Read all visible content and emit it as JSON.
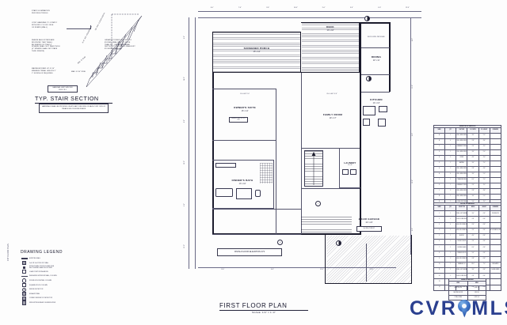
{
  "sheet": {
    "side_stamp": "1ST FLOOR PLAN"
  },
  "stair_detail": {
    "title": "TYP. STAIR SECTION",
    "notes": [
      "STAIR ILLUMINATION\nPER R303.7/R303.6",
      "CONT. HANDRAIL TO COMPLY\nWITH R311.7.8 ON 1 SIDE\nOF STAIRS (WALL)",
      "WHERE BALLUSTERS ARE\nINDICATED THEY SHALL\nBE SPACED SO THAT 4\"\nSPHERE SHALL NOT PASS THRU.\n(6\" SPHERE SHALL NOT PASS\nTHRU RISERS)",
      "MAXIMUM RISER HT. 8 1/4\"\nMINIMUM TREAD LENGTH 9\"\n1\" NOSING IF REQUIRED"
    ],
    "note_right": "GREATEST RISER HGT. NOT TO\nEXCEED SMALLEST BY MORE\nTHAN 3/8\", GREATEST TREAD\nDEPTH NOT TO EXCEED SMALLEST\nBY MORE THAN 3/8\"",
    "handrail_box": "HANDRAIL GRIP\nSIZE PER R311.7.8.5",
    "dim_rise": "MAX. 8 1/4\" RISE",
    "dim_run": "MIN. 9\" RUN",
    "dim_headroom": "6'-8\" MIN. HEADROOM",
    "dim_clear": "36\" MIN. CLEAR WIDTH",
    "footer": "HANDRAILS SHALL BE PROVIDED ON AT\nLEAST ONE SIDE OF EACH CONT. RUN OF\nTREADS W/4 OR MORE RISERS"
  },
  "plan": {
    "title": "FIRST FLOOR PLAN",
    "scale": "SCALE: 1/4\" = 1'-0\"",
    "finish_floor_note": "FINISH FLOOR ELEVATION 473",
    "rooms": [
      {
        "name": "SCREENED PORCH",
        "size": "15' x 14'"
      },
      {
        "name": "DECK",
        "size": "13' x 10'"
      },
      {
        "name": "DINING",
        "size": "12' x 11'"
      },
      {
        "name": "KITCHEN",
        "size": "14' x 13'"
      },
      {
        "name": "FAMILY ROOM",
        "size": "19' x 17'"
      },
      {
        "name": "OWNER'S SUITE",
        "size": "16' x 14'"
      },
      {
        "name": "OWNER'S BATH",
        "size": "13' x 10'"
      },
      {
        "name": "LAUNDRY",
        "size": "8' x 6'"
      },
      {
        "name": "2 CAR GARAGE",
        "size": "22' x 24'"
      },
      {
        "name": "PANTRY",
        "size": ""
      },
      {
        "name": "W.I.C.",
        "size": ""
      },
      {
        "name": "FOYER",
        "size": ""
      }
    ],
    "callouts": [
      "CLG. HGT. 9'-0\"",
      "WOOD LINTEL\nPER SCHED.",
      "FLUSH BEAM ABOVE (GIRD.)",
      "DROP CLG. ABOVE",
      "DROP CLG. BELOW",
      "2x10 FLR. JSTS.\n16\" O.C. TYP.",
      "BRG. WALL",
      "SLOPE 1/4\" PER FT."
    ],
    "dim_chain_top": [
      "4'-0\"",
      "7'-0\"",
      "3'-6\"",
      "14'-0\"",
      "5'-0\"",
      "9'-0\"",
      "4'-0\"",
      "12'-0\""
    ],
    "dim_chain_left": [
      "6'-0\"",
      "14'-0\"",
      "8'-0\"",
      "10'-0\"",
      "5'-6\"",
      "12'-0\""
    ],
    "dim_chain_right": [
      "4'-0\"",
      "11'-0\"",
      "6'-0\"",
      "13'-6\"",
      "9'-0\""
    ],
    "dim_chain_bottom": [
      "8'-0\"",
      "6'-6\"",
      "12'-0\"",
      "22'-0\""
    ]
  },
  "legend": {
    "title": "DRAWING LEGEND",
    "items": [
      {
        "symbol": "bar",
        "label": "EXISTING WALL"
      },
      {
        "symbol": "grid",
        "label": "2x4 OR 2x6 STUD INT. WALL"
      },
      {
        "symbol": "sq-filled",
        "label": "STRUCTURAL POST/COLUMN. SEE\nSECT./DETAIL SHEETS FOR SIZE"
      },
      {
        "symbol": "sq",
        "label": "LOAD POINT FROM ABOVE"
      },
      {
        "symbol": "bar",
        "label": "INSULATED EXTERIOR WALL, R-20 MIN."
      },
      {
        "symbol": "circ",
        "label": "ROUND WOOD/STEEL COLUMN"
      },
      {
        "symbol": "sq",
        "label": "SQUARE WOOD COLUMN"
      },
      {
        "symbol": "circ-d",
        "label": "SMOKE DETECTOR"
      },
      {
        "symbol": "grid",
        "label": "EXHAUST FAN"
      },
      {
        "symbol": "grid",
        "label": "COMBO SMOKE/CO2 DETECTOR"
      },
      {
        "symbol": "grid",
        "label": "FIRE EXTINGUISHER / EGRESS WDW."
      }
    ]
  },
  "window_schedule": {
    "title": "WINDOW SCHEDULE",
    "columns": [
      "MARK",
      "QTY.",
      "UNIT SIZE",
      "R.O. WIDTH",
      "R.O. HEIGHT",
      "COMMENTS"
    ],
    "rows": [
      [
        "A",
        "2",
        "DBL. HUNG VINYL",
        "3'-0\"",
        "5'-0\"",
        ""
      ],
      [
        "B",
        "4",
        "DBL. HUNG VINYL",
        "2'-8\"",
        "4'-6\"",
        ""
      ],
      [
        "C",
        "2",
        "CASEMENT VINYL",
        "2'-6\"",
        "4'-0\"",
        ""
      ],
      [
        "D",
        "1",
        "DBL. HUNG VINYL",
        "3'-0\"",
        "5'-0\"",
        ""
      ],
      [
        "E",
        "3",
        "FIXED",
        "4'-0\"",
        "4'-0\"",
        ""
      ],
      [
        "F",
        "2",
        "AWNING",
        "3'-0\"",
        "2'-0\"",
        ""
      ],
      [
        "G",
        "2",
        "DBL. HUNG VINYL",
        "2'-8\"",
        "4'-6\"",
        ""
      ],
      [
        "H",
        "4",
        "DBL. HUNG VINYL",
        "3'-0\"",
        "5'-0\"",
        ""
      ],
      [
        "J",
        "1",
        "TRANSOM FIXED",
        "6'-0\"",
        "2'-0\"",
        ""
      ],
      [
        "K",
        "2",
        "CASEMENT VINYL",
        "2'-6\"",
        "4'-0\"",
        ""
      ],
      [
        "L",
        "3",
        "DBL. HUNG VINYL",
        "2'-8\"",
        "4'-6\"",
        ""
      ],
      [
        "M",
        "2",
        "DBL. HUNG VINYL",
        "3'-0\"",
        "5'-0\"",
        ""
      ],
      [
        "N",
        "1",
        "FIXED PICTURE",
        "5'-0\"",
        "4'-0\"",
        ""
      ],
      [
        "P",
        "2",
        "EGRESS CASEMENT",
        "3'-0\"",
        "4'-6\"",
        ""
      ]
    ]
  },
  "door_schedule": {
    "title": "DOOR SCHEDULE",
    "columns": [
      "MARK",
      "QTY.",
      "DOOR TYPE",
      "WIDTH",
      "HEIGHT",
      "COMMENTS"
    ],
    "rows": [
      [
        "1",
        "1",
        "INSUL. EXT. METAL",
        "3'-0\"",
        "6'-8\"",
        "W/ SIDELITE"
      ],
      [
        "2",
        "2",
        "SOLID CORE WOOD",
        "2'-8\"",
        "6'-8\"",
        ""
      ],
      [
        "3",
        "4",
        "HOLLOW CORE WOOD",
        "2'-6\"",
        "6'-8\"",
        ""
      ],
      [
        "4",
        "2",
        "HOLLOW CORE WOOD",
        "2'-4\"",
        "6'-8\"",
        "W/ LOUVERS 1 SIDE"
      ],
      [
        "5",
        "1",
        "BI-FOLD",
        "4'-0\"",
        "6'-8\"",
        ""
      ],
      [
        "6",
        "2",
        "POCKET DOOR",
        "2'-6\"",
        "6'-8\"",
        ""
      ],
      [
        "7",
        "1",
        "SLIDING GLASS",
        "6'-0\"",
        "6'-8\"",
        ""
      ],
      [
        "8",
        "1",
        "FRENCH DOOR",
        "5'-0\"",
        "6'-8\"",
        ""
      ],
      [
        "9",
        "2",
        "HOLLOW CORE WOOD",
        "2'-8\"",
        "6'-8\"",
        ""
      ],
      [
        "10",
        "1",
        "GARAGE O.H.",
        "16'-0\"",
        "7'-0\"",
        "INSULATED"
      ],
      [
        "11",
        "1",
        "INSUL. EXT. METAL",
        "3'-0\"",
        "6'-8\"",
        "20 MIN. RATED"
      ],
      [
        "12",
        "2",
        "SOLID CORE WOOD",
        "2'-8\"",
        "6'-8\"",
        ""
      ],
      [
        "13",
        "1",
        "BI-PASS CLOSET",
        "5'-0\"",
        "6'-8\"",
        ""
      ],
      [
        "14",
        "2",
        "HOLLOW CORE WOOD",
        "2'-6\"",
        "6'-8\"",
        ""
      ]
    ]
  },
  "area_schedule": {
    "title": "AREA SCHEDULE",
    "columns": [
      "LEVEL",
      "AREA"
    ],
    "rows": [
      [
        "FIRST FLOOR",
        "1,842 S.F."
      ],
      [
        "SECOND FLOOR",
        "1,115 S.F."
      ],
      [
        "TOTAL LIVING",
        "2,957 S.F."
      ]
    ]
  },
  "logo": {
    "text_left": "CVR",
    "text_right": "MLS"
  }
}
